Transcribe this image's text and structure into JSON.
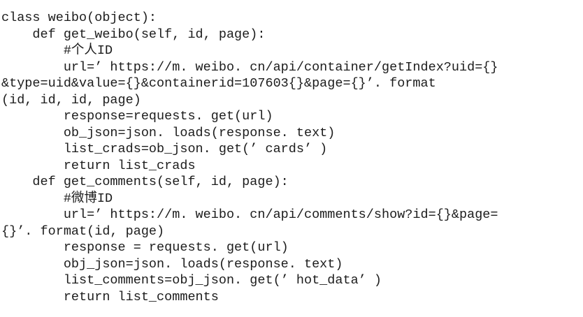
{
  "page": {
    "background_color": "#ffffff",
    "text_color": "#1c1c1c",
    "content_type": "python-source-code"
  },
  "code": {
    "language": "python",
    "class_name": "weibo",
    "methods": [
      "get_weibo",
      "get_comments"
    ],
    "lines": [
      "class weibo(object):",
      "    def get_weibo(self, id, page):",
      "        #个人ID",
      "        url=’ https://m. weibo. cn/api/container/getIndex?uid={}",
      "&type=uid&value={}&containerid=107603{}&page={}’. format",
      "(id, id, id, page)",
      "        response=requests. get(url)",
      "        ob_json=json. loads(response. text)",
      "        list_crads=ob_json. get(’ cards’ )",
      "        return list_crads",
      "    def get_comments(self, id, page):",
      "        #微博ID",
      "        url=’ https://m. weibo. cn/api/comments/show?id={}&page=",
      "{}’. format(id, page)",
      "        response = requests. get(url)",
      "        obj_json=json. loads(response. text)",
      "        list_comments=obj_json. get(’ hot_data’ )",
      "        return list_comments"
    ]
  }
}
